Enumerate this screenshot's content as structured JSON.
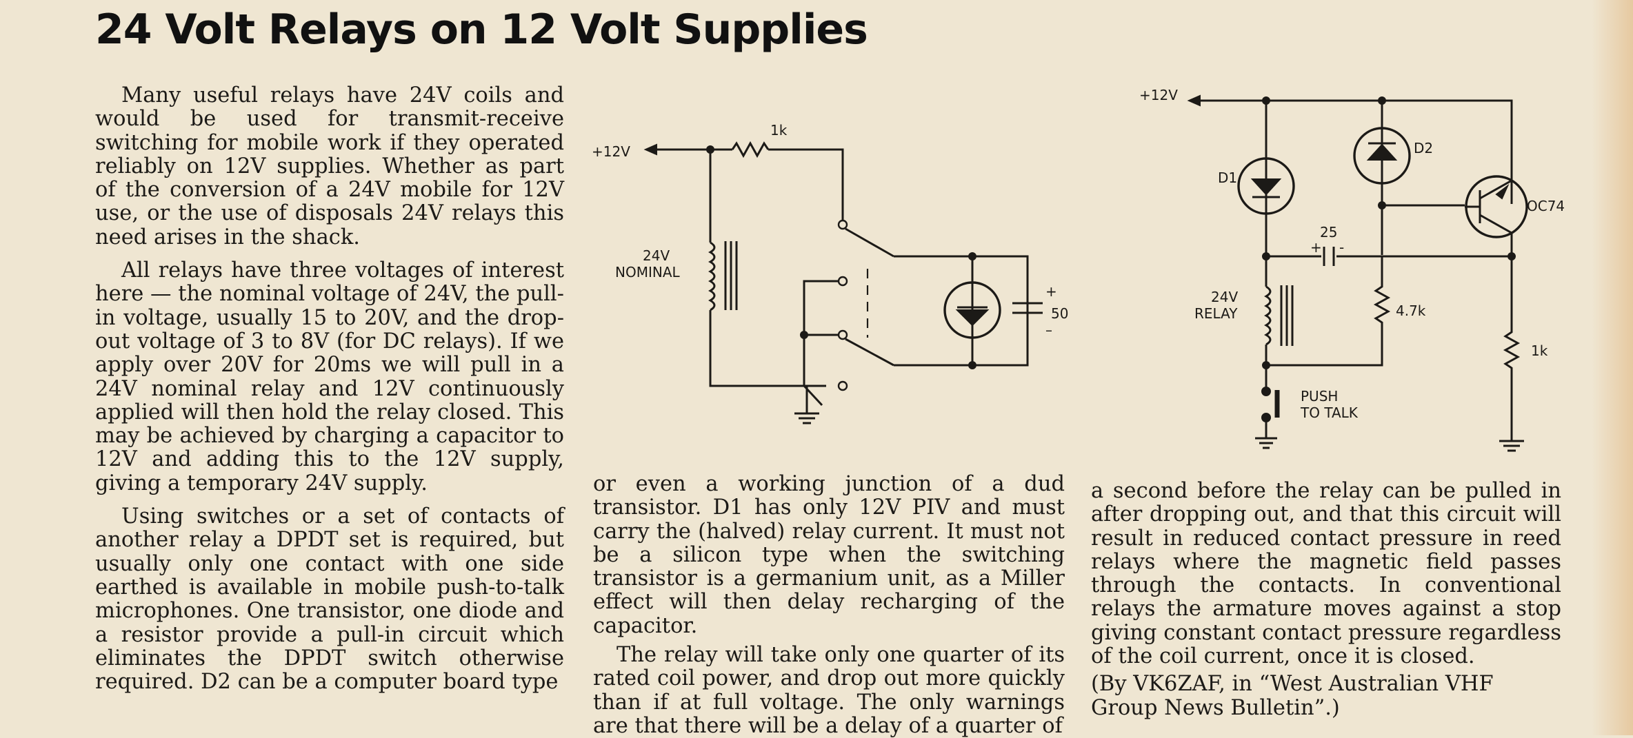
{
  "article": {
    "title": "24 Volt Relays on 12 Volt Supplies",
    "col1": [
      "Many useful relays have 24V coils and would be used for transmit-receive switching for mobile work if they operated reliably on 12V supplies. Whether as part of the conversion of a 24V mobile for 12V use, or the use of disposals 24V relays this need arises in the shack.",
      "All relays have three voltages of interest here — the nominal voltage of 24V, the pull-in voltage, usually 15 to 20V, and the drop-out voltage of 3 to 8V (for DC relays). If we apply over 20V for 20ms we will pull in a 24V nominal relay and 12V continuously applied will then hold the relay closed. This may be achieved by charging a capacitor to 12V and adding this to the 12V supply, giving a temporary 24V supply.",
      "Using switches or a set of contacts of another relay a DPDT set is required, but usually only one contact with one side earthed is available in mobile push-to-talk microphones. One transistor, one diode and a resistor provide a pull-in circuit which eliminates the DPDT switch otherwise required. D2 can be a computer board type"
    ],
    "col2": [
      "or even a working junction of a dud transistor. D1 has only 12V PIV and must carry the (halved) relay current. It must not be a silicon type when the switching transistor is a germanium unit, as a Miller effect will then delay recharging of the capacitor.",
      "The relay will take only one quarter of its rated coil power, and drop out more quickly than if at full voltage. The only warnings are that there will be a delay of a quarter of"
    ],
    "col3": [
      "a second before the relay can be pulled in after dropping out, and that this circuit will result in reduced contact pressure in reed relays where the magnetic field passes through the contacts. In conventional relays the armature moves against a stop giving constant contact pressure regardless of the coil current, once it is closed.",
      "(By VK6ZAF, in “West Australian VHF Group News Bulletin”.)"
    ]
  },
  "diagram1": {
    "supply": "+12V",
    "resistor": "1k",
    "relay_voltage": "24V",
    "relay_type": "NOMINAL",
    "capacitor": "50",
    "cap_plus": "+",
    "cap_minus": "–"
  },
  "diagram2": {
    "supply": "+12V",
    "diode1": "D1",
    "diode2": "D2",
    "transistor": "OC74",
    "capacitor": "25",
    "cap_plus": "+",
    "cap_minus": "-",
    "relay_voltage": "24V",
    "relay_type": "RELAY",
    "resistor1": "4.7k",
    "resistor2": "1k",
    "switch_line1": "PUSH",
    "switch_line2": "TO TALK"
  },
  "colors": {
    "paper": "#efe6d2",
    "ink": "#1c1a17"
  }
}
